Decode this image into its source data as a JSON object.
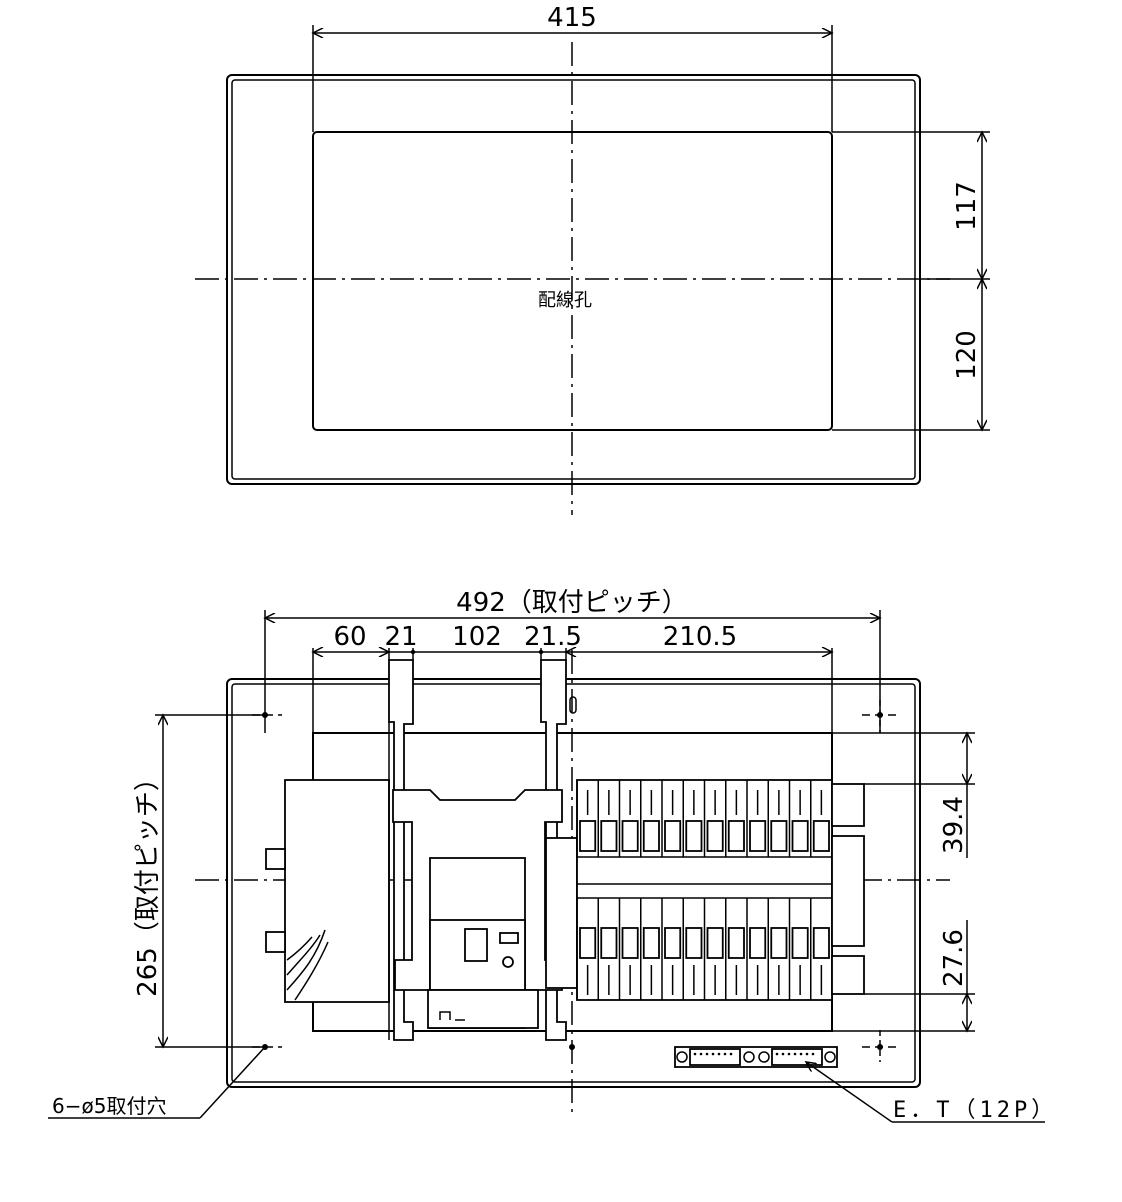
{
  "top_view": {
    "width_dim": "415",
    "upper_dim": "117",
    "lower_dim": "120",
    "hole_label": "配線孔"
  },
  "bottom_view": {
    "total_dim": "492（取付ピッチ）",
    "seg_60": "60",
    "seg_21": "21",
    "seg_102": "102",
    "seg_21_5": "21.5",
    "seg_210_5": "210.5",
    "height_dim": "265（取付ピッチ）",
    "dim_39_4": "39.4",
    "dim_27_6": "27.6",
    "mount_hole_label": "6−ø5取付穴",
    "terminal_label": "E．T（12P）"
  }
}
